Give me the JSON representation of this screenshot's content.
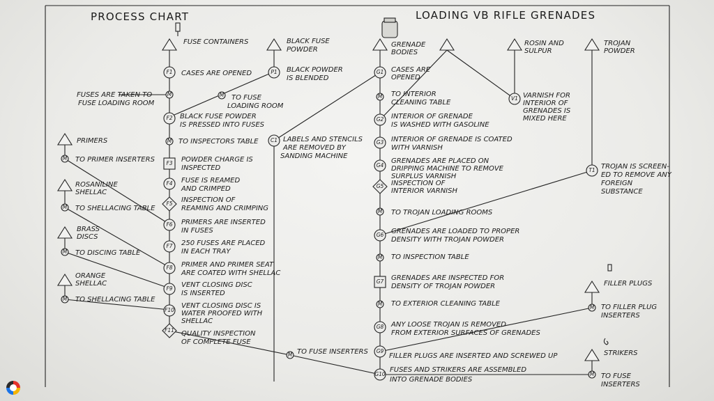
{
  "titles": {
    "left": "PROCESS CHART",
    "right": "LOADING VB RIFLE GRENADES"
  },
  "sources": {
    "fuse_containers": "FUSE CONTAINERS",
    "black_fuse_powder": [
      "BLACK FUSE",
      "POWDER"
    ],
    "grenade_bodies": [
      "GRENADE",
      "BODIES"
    ],
    "rosin_sulpur": [
      "ROSIN AND",
      "SULPUR"
    ],
    "trojan_powder": [
      "TROJAN",
      "POWDER"
    ],
    "primers": "PRIMERS",
    "rosaniline": [
      "ROSANILINE",
      "SHELLAC"
    ],
    "brass_discs": [
      "BRASS",
      "DISCS"
    ],
    "orange_shellac": [
      "ORANGE",
      "SHELLAC"
    ],
    "filler_plugs": "FILLER PLUGS",
    "strikers": "STRIKERS"
  },
  "symbols": {
    "f1": "F1",
    "f2": "F2",
    "f3": "F3",
    "f4": "F4",
    "f5": "F5",
    "f6": "F6",
    "f7": "F7",
    "f8": "F8",
    "f9": "F9",
    "f10": "F10",
    "f11": "F11",
    "p1": "P1",
    "c1": "C1",
    "v1": "V1",
    "t1": "T1",
    "g1": "G1",
    "g2": "G2",
    "g3": "G3",
    "g4": "G4",
    "g5": "G5",
    "g6": "G6",
    "g7": "G7",
    "g8": "G8",
    "g9": "G9",
    "g10": "G10",
    "m": "M"
  },
  "steps": {
    "f1": [
      "CASES ARE OPENED"
    ],
    "fuses_taken": [
      "FUSES ARE TAKEN TO",
      "FUSE LOADING ROOM"
    ],
    "f2": [
      "BLACK FUSE POWDER",
      "IS PRESSED INTO FUSES"
    ],
    "to_inspectors": [
      "TO INSPECTORS TABLE"
    ],
    "f3": [
      "POWDER CHARGE IS",
      "INSPECTED"
    ],
    "f4": [
      "FUSE IS REAMED",
      "AND CRIMPED"
    ],
    "f5": [
      "INSPECTION OF",
      "REAMING AND CRIMPING"
    ],
    "f6": [
      "PRIMERS ARE INSERTED",
      "IN FUSES"
    ],
    "f7": [
      "250 FUSES ARE PLACED",
      "IN EACH TRAY"
    ],
    "f8": [
      "PRIMER AND PRIMER SEAT",
      "ARE COATED WITH SHELLAC"
    ],
    "f9": [
      "VENT CLOSING DISC",
      "IS INSERTED"
    ],
    "f10": [
      "VENT CLOSING DISC IS",
      "WATER PROOFED WITH",
      "SHELLAC"
    ],
    "f11": [
      "QUALITY INSPECTION",
      "OF COMPLETE FUSE"
    ],
    "p1": [
      "BLACK POWDER",
      "IS BLENDED"
    ],
    "to_fuse_loading": [
      "TO FUSE",
      "LOADING ROOM"
    ],
    "c1": [
      "LABELS AND STENCILS",
      "ARE REMOVED BY",
      "SANDING MACHINE"
    ],
    "to_primer_inserters": [
      "TO PRIMER INSERTERS"
    ],
    "to_shellacing_1": [
      "TO SHELLACING TABLE"
    ],
    "to_discing": [
      "TO DISCING TABLE"
    ],
    "to_shellacing_2": [
      "TO SHELLACING TABLE"
    ],
    "to_fuse_inserters_mid": [
      "TO FUSE INSERTERS"
    ],
    "g1": [
      "CASES ARE",
      "OPENED"
    ],
    "to_interior_cleaning": [
      "TO INTERIOR",
      "CLEANING TABLE"
    ],
    "g2": [
      "INTERIOR OF GRENADE",
      "IS WASHED WITH GASOLINE"
    ],
    "g3": [
      "INTERIOR OF GRENADE IS COATED",
      "WITH VARNISH"
    ],
    "g4": [
      "GRENADES ARE PLACED ON",
      "DRIPPING MACHINE TO REMOVE",
      "SURPLUS VARNISH"
    ],
    "g5": [
      "INSPECTION OF",
      "INTERIOR VARNISH"
    ],
    "to_trojan_loading": [
      "TO TROJAN LOADING ROOMS"
    ],
    "g6": [
      "GRENADES ARE LOADED TO PROPER",
      "DENSITY WITH TROJAN POWDER"
    ],
    "to_inspection_table": [
      "TO INSPECTION TABLE"
    ],
    "g7": [
      "GRENADES ARE INSPECTED FOR",
      "DENSITY OF TROJAN POWDER"
    ],
    "to_exterior_cleaning": [
      "TO EXTERIOR CLEANING TABLE"
    ],
    "g8": [
      "ANY LOOSE TROJAN IS REMOVED",
      "FROM EXTERIOR SURFACES OF GRENADES"
    ],
    "g9": [
      "FILLER PLUGS ARE INSERTED AND SCREWED UP"
    ],
    "g10": [
      "FUSES AND STRIKERS ARE ASSEMBLED",
      "INTO GRENADE BODIES"
    ],
    "v1": [
      "VARNISH FOR",
      "INTERIOR OF",
      "GRENADES IS",
      "MIXED HERE"
    ],
    "t1": [
      "TROJAN IS SCREEN-",
      "ED TO REMOVE ANY",
      "FOREIGN",
      "SUBSTANCE"
    ],
    "to_filler_plug": [
      "TO FILLER PLUG",
      "INSERTERS"
    ],
    "to_fuse_inserters_right": [
      "TO FUSE",
      "INSERTERS"
    ]
  }
}
